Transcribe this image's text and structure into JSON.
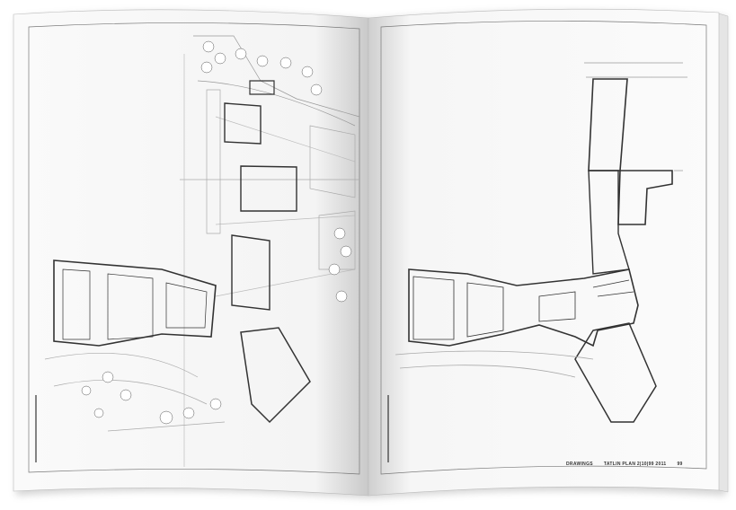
{
  "footer": {
    "section": "DRAWINGS",
    "magazine": "TATLIN PLAN 2|10|99 2011",
    "page_number": "99"
  },
  "colors": {
    "paper": "#ffffff",
    "ink": "#222222",
    "shadow": "#c8c8c8"
  }
}
